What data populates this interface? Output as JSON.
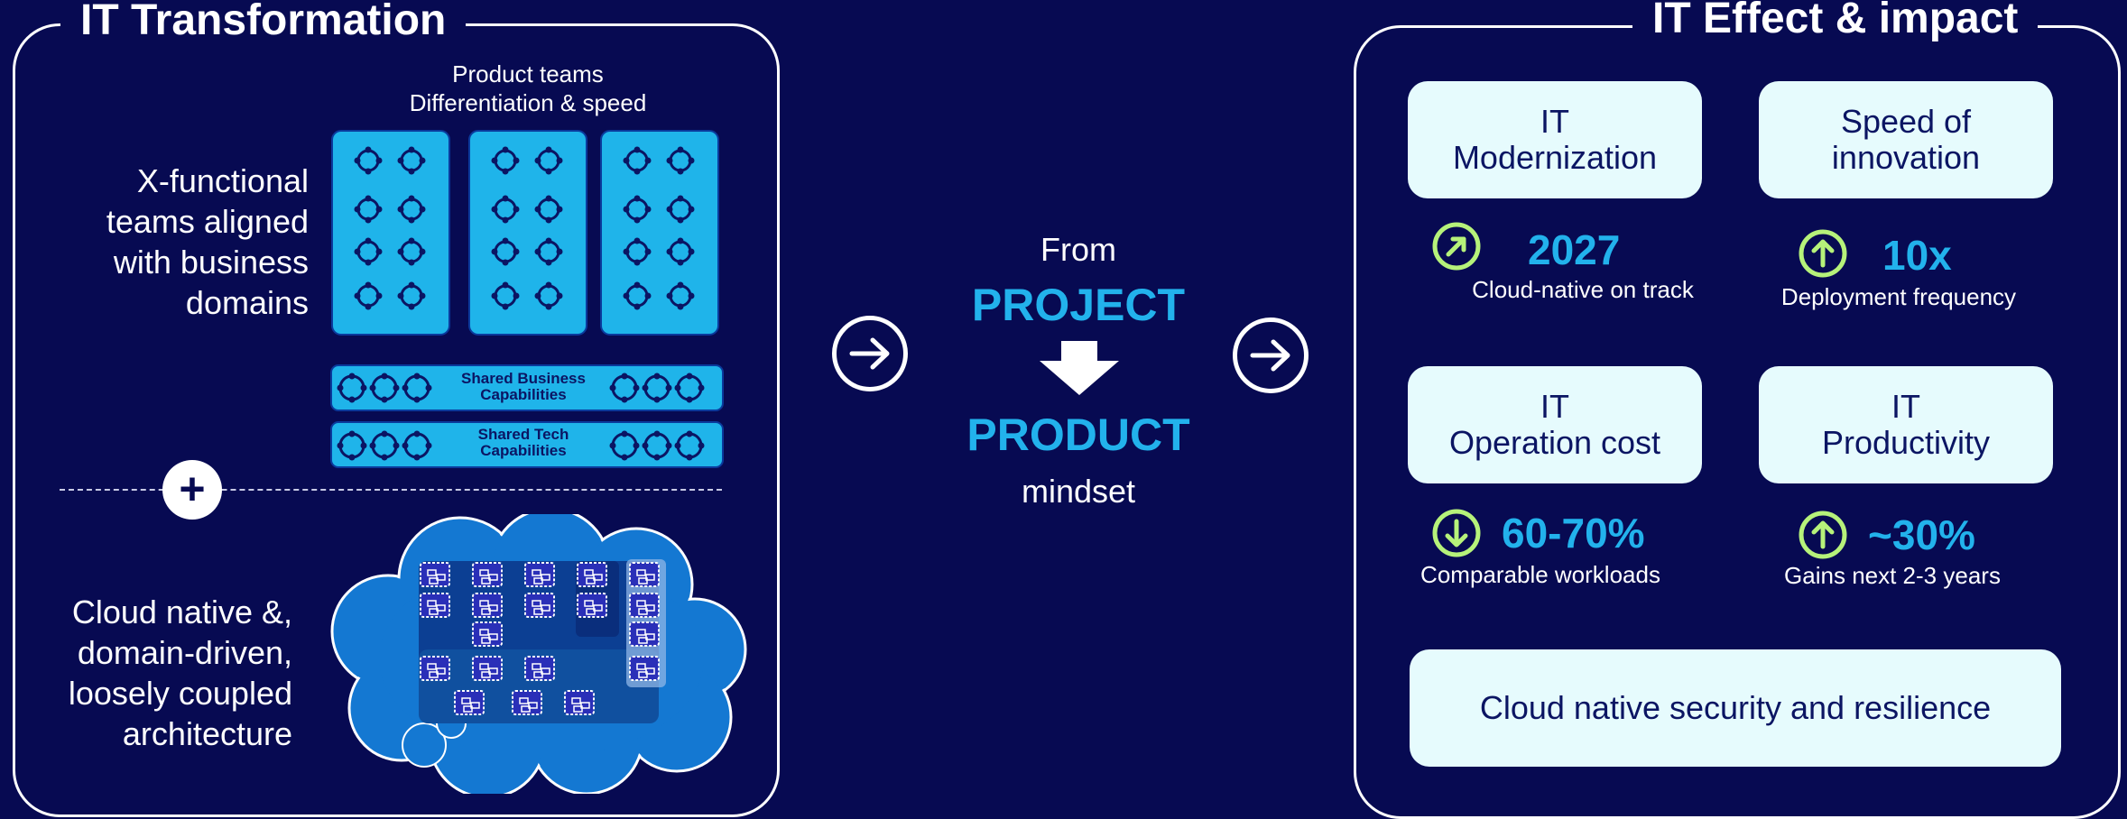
{
  "left_panel": {
    "title": "IT Transformation",
    "product_teams_caption": [
      "Product teams",
      "Differentiation & speed"
    ],
    "teams_text": [
      "X-functional",
      "teams aligned",
      "with business",
      "domains"
    ],
    "shared_business": [
      "Shared Business",
      "Capabilities"
    ],
    "shared_tech": [
      "Shared Tech",
      "Capabilities"
    ],
    "plus_symbol": "+",
    "architecture_text": [
      "Cloud native &,",
      "domain-driven,",
      "loosely coupled",
      "architecture"
    ]
  },
  "center": {
    "from": "From",
    "project": "PROJECT",
    "product": "PRODUCT",
    "mindset": "mindset"
  },
  "right_panel": {
    "title": "IT Effect & impact",
    "cards": [
      {
        "line1": "IT",
        "line2": "Modernization"
      },
      {
        "line1": "Speed of",
        "line2": "innovation"
      },
      {
        "line1": "IT",
        "line2": "Operation cost"
      },
      {
        "line1": "IT",
        "line2": "Productivity"
      }
    ],
    "metrics": [
      {
        "value": "2027",
        "caption": "Cloud-native on track",
        "icon": "arrow-up-right-icon"
      },
      {
        "value": "10x",
        "caption": "Deployment frequency",
        "icon": "arrow-up-icon"
      },
      {
        "value": "60-70%",
        "caption": "Comparable workloads",
        "icon": "arrow-down-icon"
      },
      {
        "value": "~30%",
        "caption": "Gains next 2-3 years",
        "icon": "arrow-up-icon"
      }
    ],
    "security_card": "Cloud native security and resilience"
  },
  "colors": {
    "background": "#070a52",
    "accent_blue": "#22b2ec",
    "team_box": "#1fb4ea",
    "cloud_blue": "#1478d2",
    "card_bg": "#e6fbfd",
    "icon_green": "#b6f27a"
  }
}
